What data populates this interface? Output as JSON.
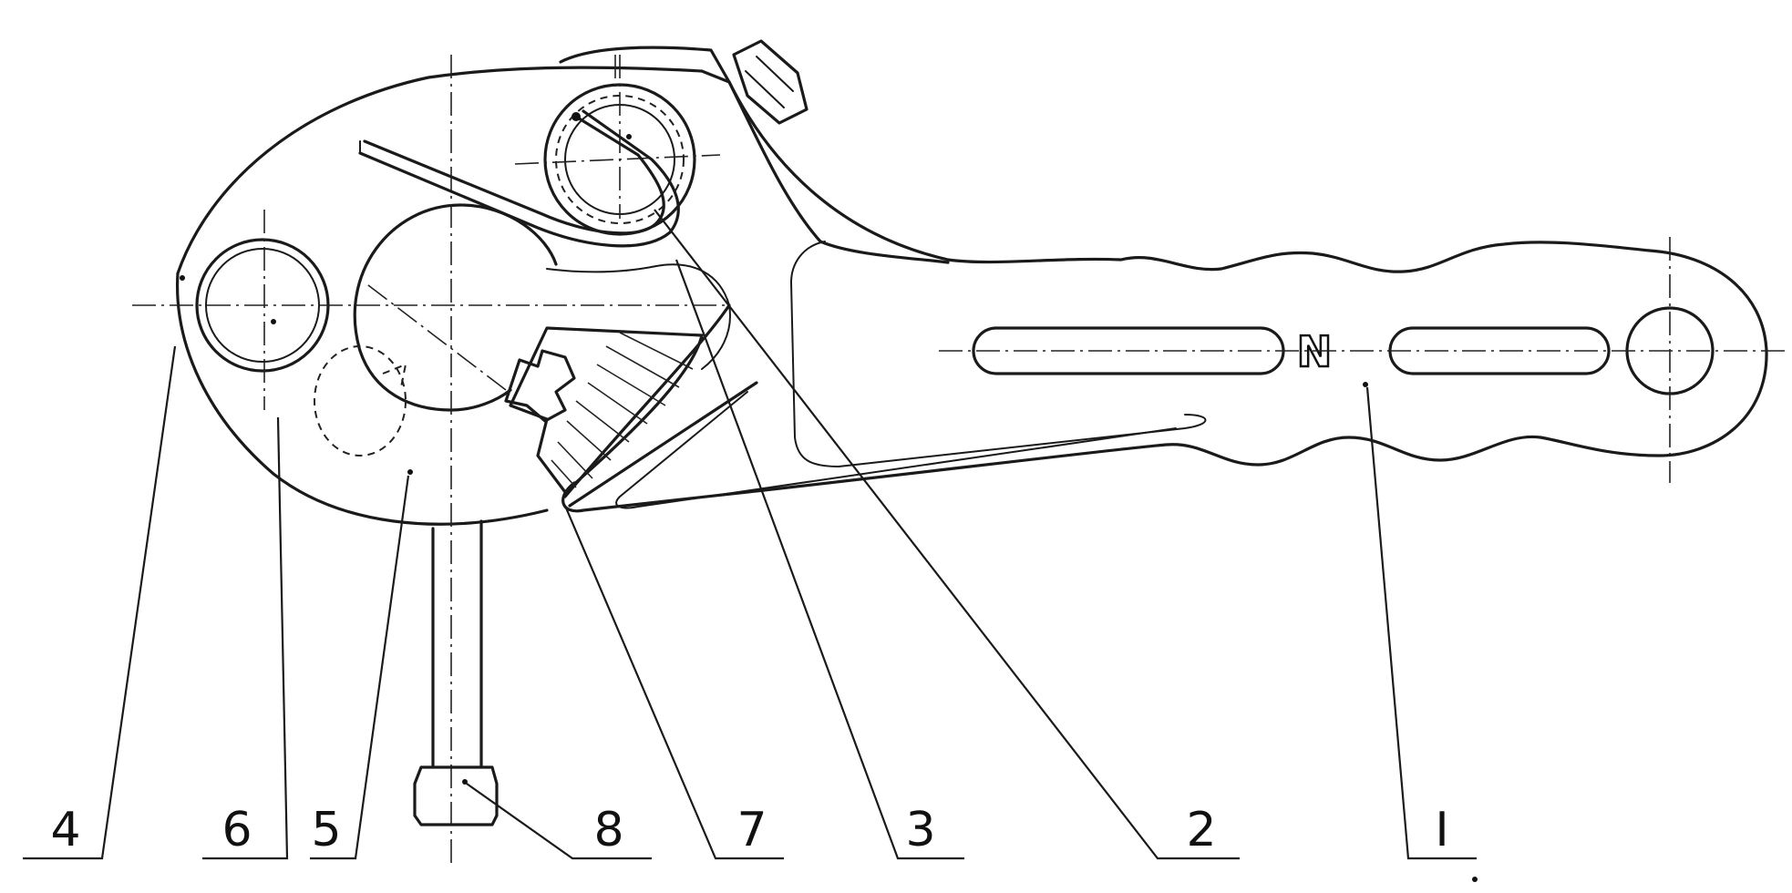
{
  "diagram": {
    "part_labels": [
      {
        "id": "4",
        "text": "4"
      },
      {
        "id": "6",
        "text": "6"
      },
      {
        "id": "5",
        "text": "5"
      },
      {
        "id": "8",
        "text": "8"
      },
      {
        "id": "7",
        "text": "7"
      },
      {
        "id": "3",
        "text": "3"
      },
      {
        "id": "2",
        "text": "2"
      },
      {
        "id": "I",
        "text": "I"
      }
    ],
    "handle_marking": "N"
  }
}
